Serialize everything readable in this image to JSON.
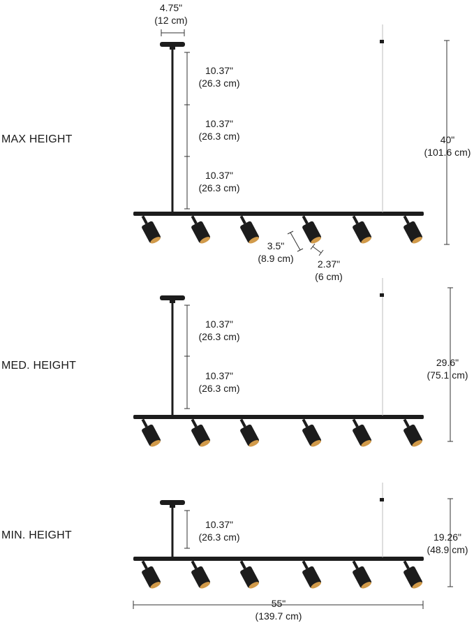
{
  "sections": [
    {
      "title": "MAX HEIGHT",
      "segments": [
        {
          "in": "10.37\"",
          "cm": "(26.3 cm)"
        },
        {
          "in": "10.37\"",
          "cm": "(26.3 cm)"
        },
        {
          "in": "10.37\"",
          "cm": "(26.3 cm)"
        }
      ],
      "height": {
        "in": "40\"",
        "cm": "(101.6 cm)"
      }
    },
    {
      "title": "MED. HEIGHT",
      "segments": [
        {
          "in": "10.37\"",
          "cm": "(26.3 cm)"
        },
        {
          "in": "10.37\"",
          "cm": "(26.3 cm)"
        }
      ],
      "height": {
        "in": "29.6\"",
        "cm": "(75.1 cm)"
      }
    },
    {
      "title": "MIN. HEIGHT",
      "segments": [
        {
          "in": "10.37\"",
          "cm": "(26.3 cm)"
        }
      ],
      "height": {
        "in": "19.26\"",
        "cm": "(48.9 cm)"
      }
    }
  ],
  "canopy": {
    "in": "4.75\"",
    "cm": "(12 cm)"
  },
  "shade_length": {
    "in": "3.5\"",
    "cm": "(8.9 cm)"
  },
  "shade_diameter": {
    "in": "2.37\"",
    "cm": "(6 cm)"
  },
  "overall_width": {
    "in": "55\"",
    "cm": "(139.7 cm)"
  },
  "colors": {
    "fixture": "#1c1c1c",
    "dimension_line": "#333333",
    "text": "#1a1a1a",
    "cable": "#bdbdbd",
    "shade_inner": "#d19a4a"
  }
}
